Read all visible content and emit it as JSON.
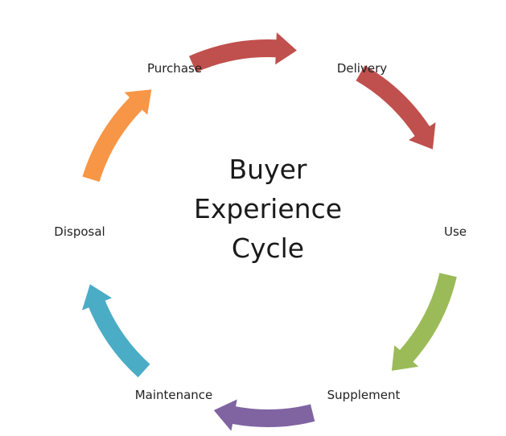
{
  "diagram": {
    "title_lines": [
      "Buyer",
      "Experience",
      "Cycle"
    ],
    "stages": [
      {
        "label": "Purchase"
      },
      {
        "label": "Delivery"
      },
      {
        "label": "Use"
      },
      {
        "label": "Supplement"
      },
      {
        "label": "Maintenance"
      },
      {
        "label": "Disposal"
      }
    ],
    "arrows": [
      {
        "from": "Purchase",
        "to": "Delivery",
        "color": "#c0504d"
      },
      {
        "from": "Delivery",
        "to": "Use",
        "color": "#c0504d"
      },
      {
        "from": "Use",
        "to": "Supplement",
        "color": "#9bbb59"
      },
      {
        "from": "Supplement",
        "to": "Maintenance",
        "color": "#8064a2"
      },
      {
        "from": "Maintenance",
        "to": "Disposal",
        "color": "#4bacc6"
      },
      {
        "from": "Disposal",
        "to": "Purchase",
        "color": "#f79646"
      }
    ]
  }
}
